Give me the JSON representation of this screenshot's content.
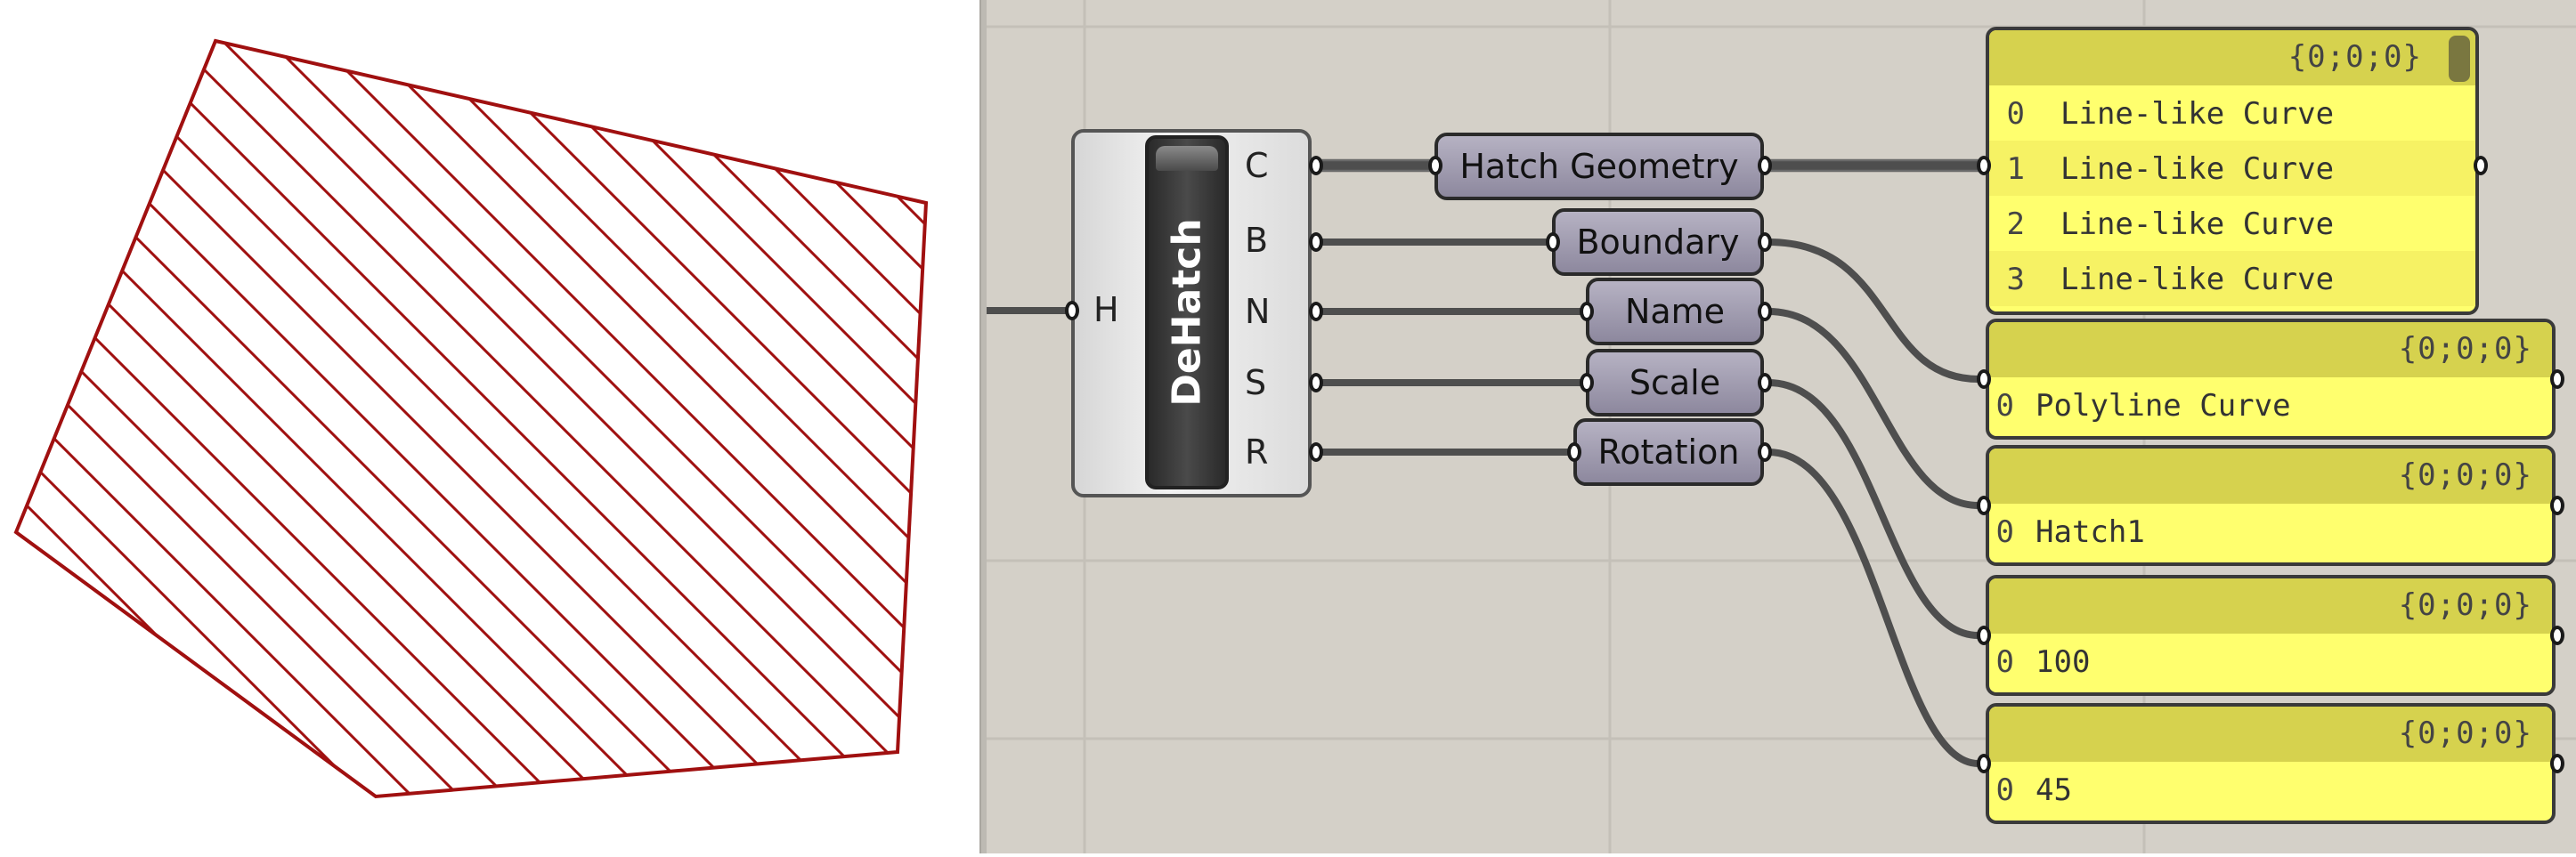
{
  "component": {
    "title": "DeHatch",
    "input_label": "H",
    "outputs": [
      "C",
      "B",
      "N",
      "S",
      "R"
    ]
  },
  "params": [
    {
      "label": "Hatch Geometry"
    },
    {
      "label": "Boundary"
    },
    {
      "label": "Name"
    },
    {
      "label": "Scale"
    },
    {
      "label": "Rotation"
    }
  ],
  "panels": [
    {
      "path": "{0;0;0}",
      "rows": [
        {
          "index": "0",
          "value": "Line-like Curve"
        },
        {
          "index": "1",
          "value": "Line-like Curve"
        },
        {
          "index": "2",
          "value": "Line-like Curve"
        },
        {
          "index": "3",
          "value": "Line-like Curve"
        }
      ]
    },
    {
      "path": "{0;0;0}",
      "rows": [
        {
          "index": "0",
          "value": "Polyline Curve"
        }
      ]
    },
    {
      "path": "{0;0;0}",
      "rows": [
        {
          "index": "0",
          "value": "Hatch1"
        }
      ]
    },
    {
      "path": "{0;0;0}",
      "rows": [
        {
          "index": "0",
          "value": "100"
        }
      ]
    },
    {
      "path": "{0;0;0}",
      "rows": [
        {
          "index": "0",
          "value": "45"
        }
      ]
    }
  ],
  "colors": {
    "hatch_curve": "#a01010",
    "canvas": "#d4d0c8",
    "panel": "#ffff6e",
    "panel_header": "#d6d24e",
    "wire": "#505050"
  }
}
